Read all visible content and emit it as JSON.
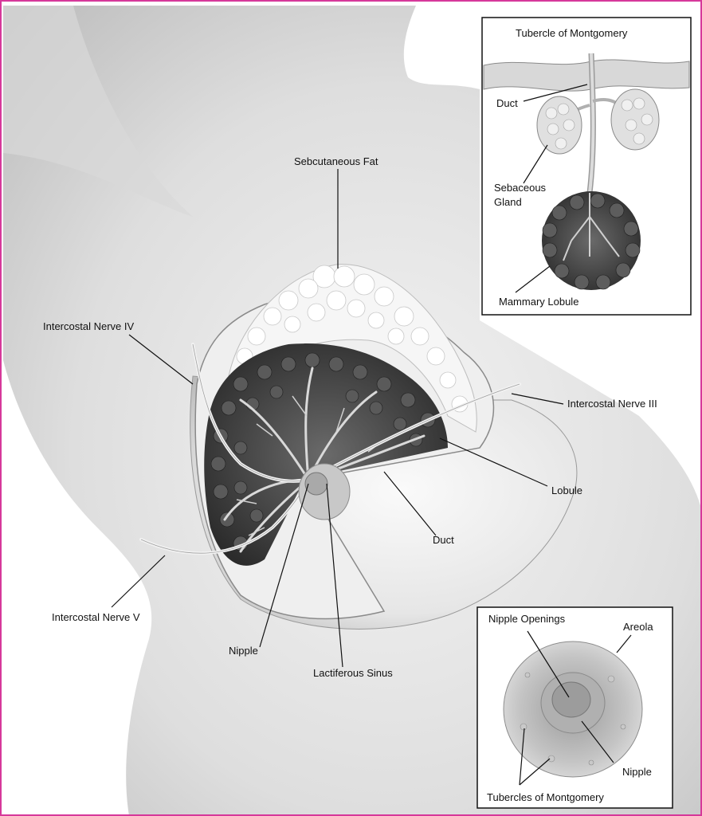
{
  "labels": {
    "subcutaneous_fat": "Sebcutaneous Fat",
    "intercostal_nerve_iv": "Intercostal Nerve IV",
    "intercostal_nerve_iii": "Intercostal Nerve III",
    "intercostal_nerve_v": "Intercostal Nerve V",
    "lobule": "Lobule",
    "duct": "Duct",
    "nipple": "Nipple",
    "lactiferous_sinus": "Lactiferous Sinus"
  },
  "inset_montgomery": {
    "title": "Tubercle of Montgomery",
    "duct": "Duct",
    "sebaceous_gland_line1": "Sebaceous",
    "sebaceous_gland_line2": "Gland",
    "mammary_lobule": "Mammary Lobule"
  },
  "inset_areola": {
    "nipple_openings": "Nipple Openings",
    "areola": "Areola",
    "nipple": "Nipple",
    "tubercles": "Tubercles of Montgomery"
  },
  "colors": {
    "frame_border": "#d6389a",
    "skin_shade": "#cfcfcf",
    "lobule_dark": "#3a3a3a",
    "fat_light": "#f4f4f4"
  }
}
